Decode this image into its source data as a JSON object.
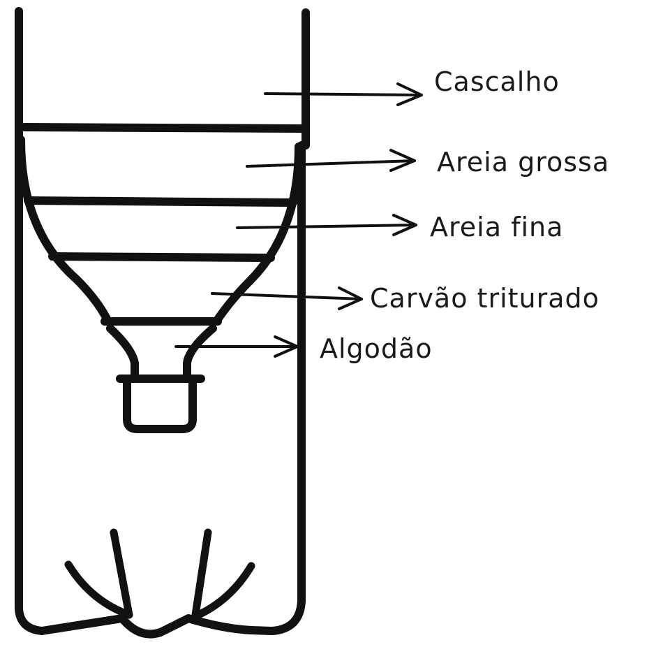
{
  "labels": {
    "cascalho": "Cascalho",
    "areia_grossa": "Areia grossa",
    "areia_fina": "Areia fina",
    "carvao": "Carvão triturado",
    "algodao": "Algodão"
  },
  "colors": {
    "ink": "#111111",
    "background": "#ffffff"
  }
}
